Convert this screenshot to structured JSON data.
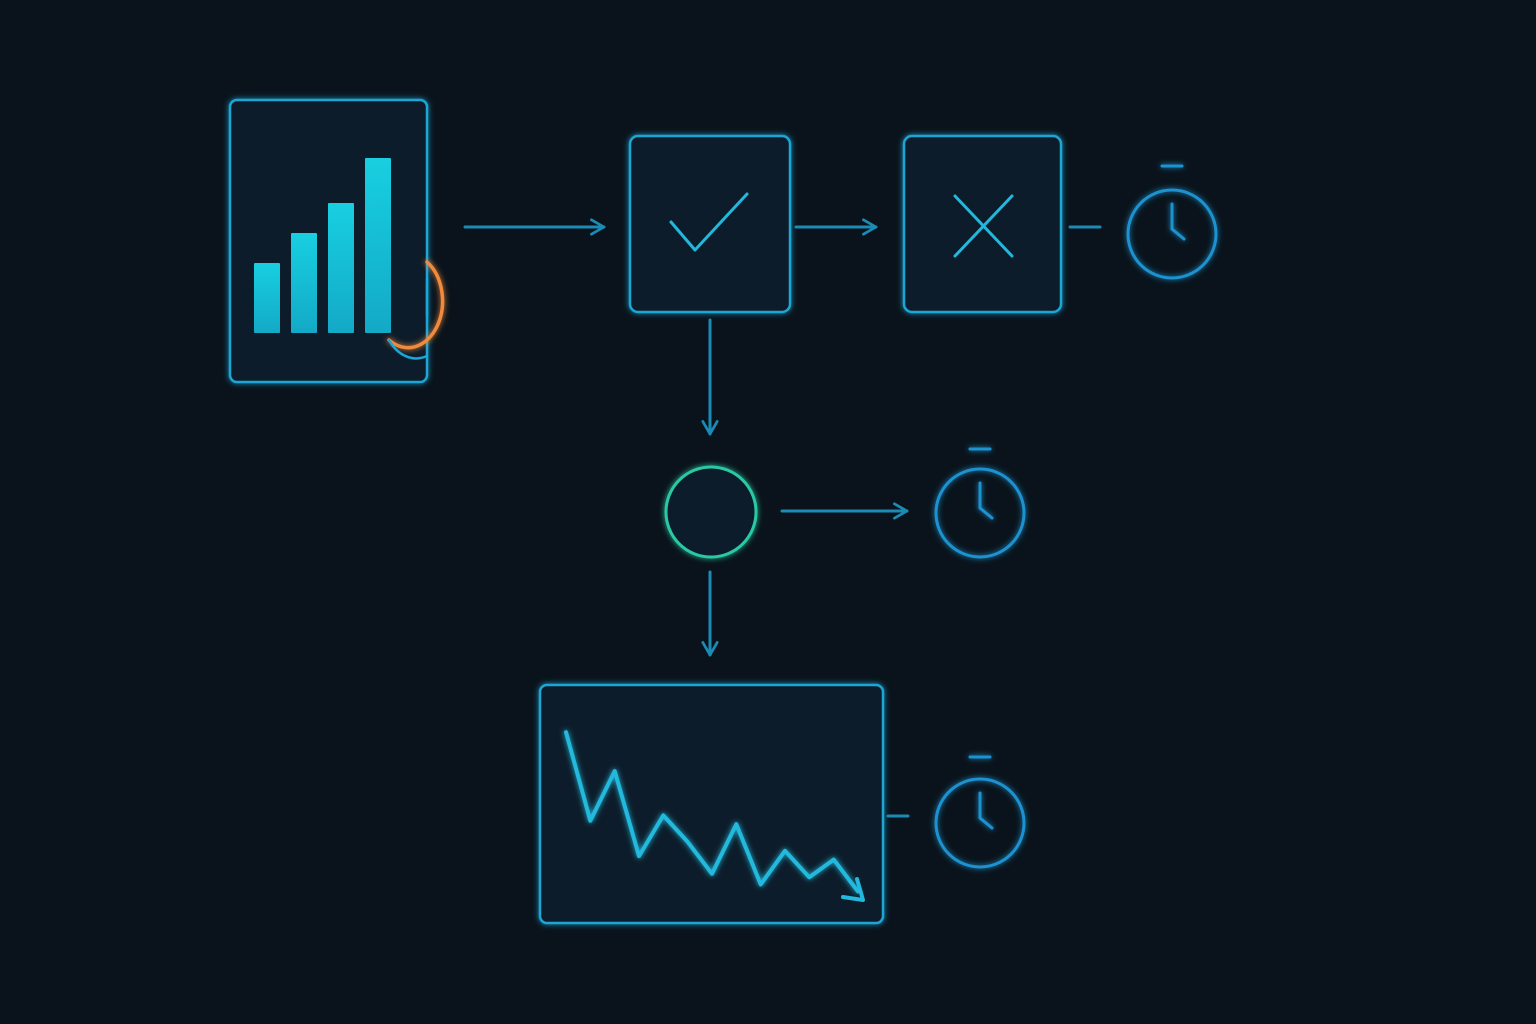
{
  "colors": {
    "background": "#0a131b",
    "node_stroke": "#1aa6d6",
    "node_fill": "#0d1f29",
    "connector": "#1b8bb5",
    "bar_fill": "#18c7d9",
    "decision_stroke": "#2ac9a5",
    "accent_orange": "#f08a3c",
    "timer_stroke": "#1c92d0",
    "trend_line": "#21b9dd"
  },
  "nodes": {
    "input_chart": {
      "icon": "bar-chart-icon",
      "bar_levels": [
        0.28,
        0.4,
        0.52,
        0.7
      ],
      "badge_icon": "orange-ring-icon"
    },
    "approve": {
      "icon": "checkmark-icon"
    },
    "reject": {
      "icon": "x-mark-icon"
    },
    "decision": {
      "icon": "circle-node-icon"
    },
    "result_chart": {
      "icon": "declining-line-chart-icon",
      "trend": [
        0.92,
        0.42,
        0.7,
        0.22,
        0.45,
        0.3,
        0.12,
        0.4,
        0.06,
        0.25,
        0.1,
        0.2,
        0.02
      ]
    },
    "timers": [
      {
        "icon": "stopwatch-icon",
        "attached_to": "reject"
      },
      {
        "icon": "stopwatch-icon",
        "attached_to": "decision"
      },
      {
        "icon": "stopwatch-icon",
        "attached_to": "result_chart"
      }
    ]
  }
}
